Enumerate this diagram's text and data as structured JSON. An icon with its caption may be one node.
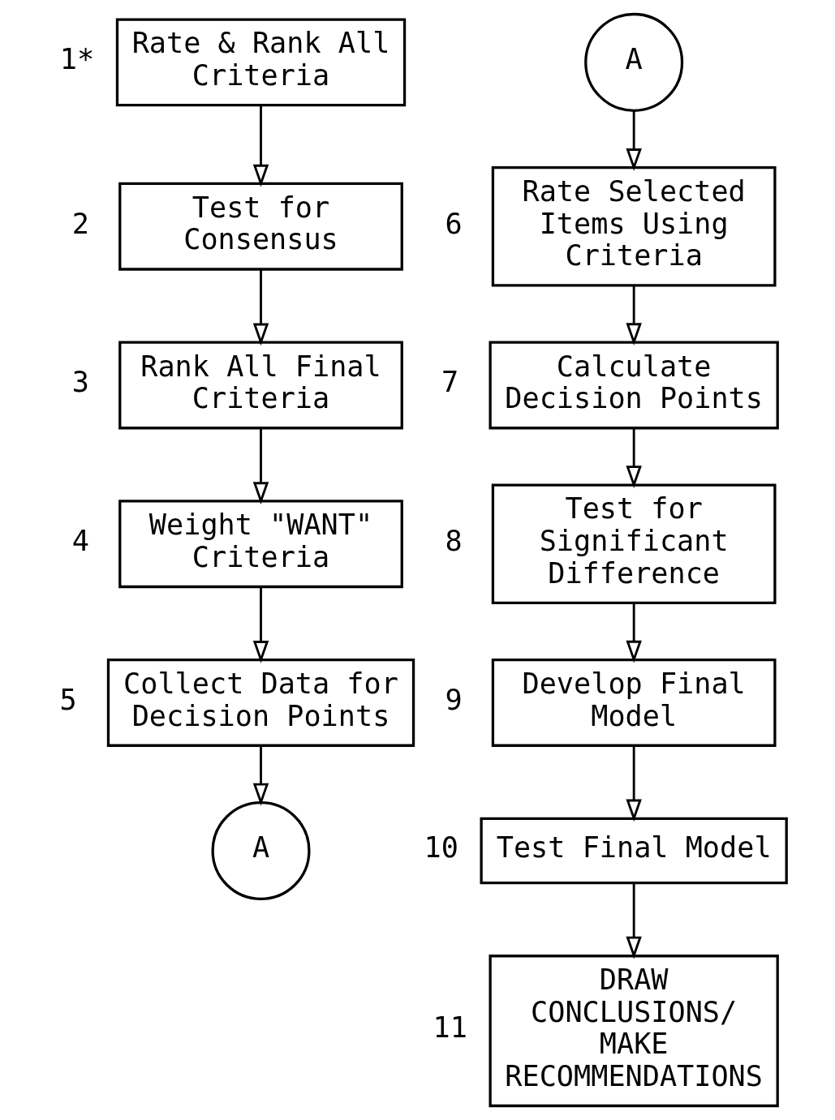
{
  "diagram": {
    "nodes": [
      {
        "text": [
          "Rate & Rank All Criteria"
        ],
        "beside": [
          "1*"
        ]
      },
      {
        "text": [
          "Test for Consensus"
        ],
        "beside": [
          "2"
        ]
      },
      {
        "text": [
          "Rank All Final Criteria"
        ],
        "beside": [
          "3"
        ]
      },
      {
        "text": [
          "Weight \"WANT\" Criteria"
        ],
        "beside": [
          "4"
        ]
      },
      {
        "text": [
          "Collect Data for Decision Points"
        ],
        "beside": [
          "5"
        ]
      },
      {
        "text": [
          "A"
        ]
      },
      {
        "text": [
          "A"
        ]
      },
      {
        "text": [
          "Rate Selected Items Using Criteria"
        ],
        "beside": [
          "6"
        ]
      },
      {
        "text": [
          "Calculate Decision Points"
        ],
        "beside": [
          "7"
        ]
      },
      {
        "text": [
          "Test for Significant Difference"
        ],
        "beside": [
          "8"
        ]
      },
      {
        "text": [
          "Develop Final Model"
        ],
        "beside": [
          "9"
        ]
      },
      {
        "text": [
          "Test Final Model"
        ],
        "beside": [
          "10"
        ]
      },
      {
        "text": [
          "DRAW CONCLUSIONS/ MAKE RECOMMENDATIONS"
        ],
        "beside": [
          "11"
        ]
      }
    ],
    "edges": [
      {
        "from": 0,
        "to": 1,
        "arrow": "to"
      },
      {
        "from": 1,
        "to": 2,
        "arrow": "to"
      },
      {
        "from": 2,
        "to": 3,
        "arrow": "to"
      },
      {
        "from": 3,
        "to": 4,
        "arrow": "to"
      },
      {
        "from": 4,
        "to": 5,
        "arrow": "to"
      },
      {
        "from": 6,
        "to": 7,
        "arrow": "to"
      },
      {
        "from": 7,
        "to": 8,
        "arrow": "to"
      },
      {
        "from": 8,
        "to": 9,
        "arrow": "to"
      },
      {
        "from": 9,
        "to": 10,
        "arrow": "to"
      },
      {
        "from": 10,
        "to": 11,
        "arrow": "to"
      },
      {
        "from": 11,
        "to": 12,
        "arrow": "to"
      }
    ]
  }
}
